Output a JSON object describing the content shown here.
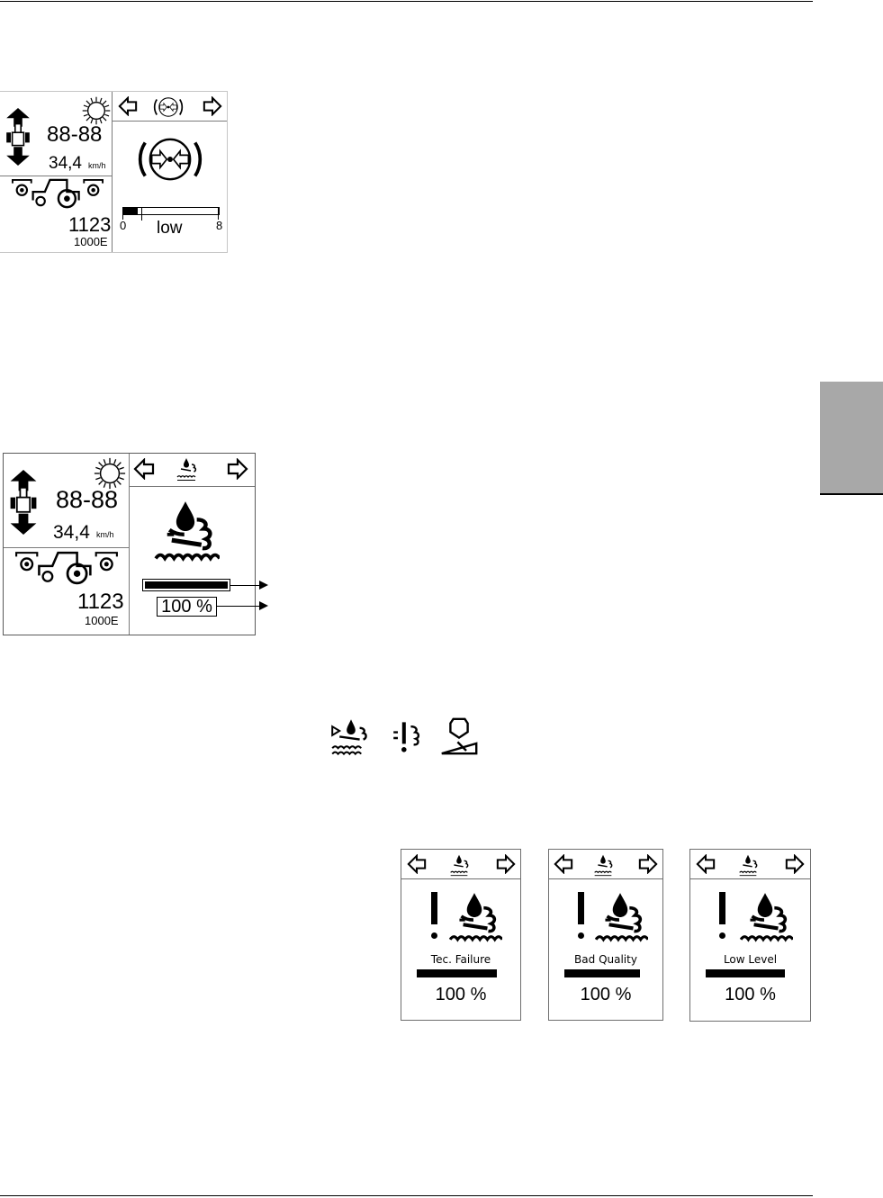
{
  "display_a": {
    "clock": "88-88",
    "speed": "34,4",
    "speed_unit": "km/h",
    "pto_rpm": "1123",
    "pto_mode": "1000E",
    "gauge_min": "0",
    "gauge_max": "8",
    "gauge_label": "low",
    "gauge_level_fraction": 0.15
  },
  "display_b": {
    "clock": "88-88",
    "speed": "34,4",
    "speed_unit": "km/h",
    "pto_rpm": "1123",
    "pto_mode": "1000E",
    "percent": "100 %",
    "bar_fraction": 1.0
  },
  "icons": [
    "arrow-up-icon",
    "arrow-down-icon",
    "tractor-top-icon",
    "sun-icon",
    "tractor-side-icon",
    "arrow-left-icon",
    "arrow-right-icon",
    "axle-center-icon",
    "water-drop-spray-icon",
    "warning-spray-icon",
    "tank-fill-icon"
  ],
  "status_screens": [
    {
      "label": "Tec. Failure",
      "percent": "100 %"
    },
    {
      "label": "Bad Quality",
      "percent": "100 %"
    },
    {
      "label": "Low Level",
      "percent": "100 %"
    }
  ]
}
